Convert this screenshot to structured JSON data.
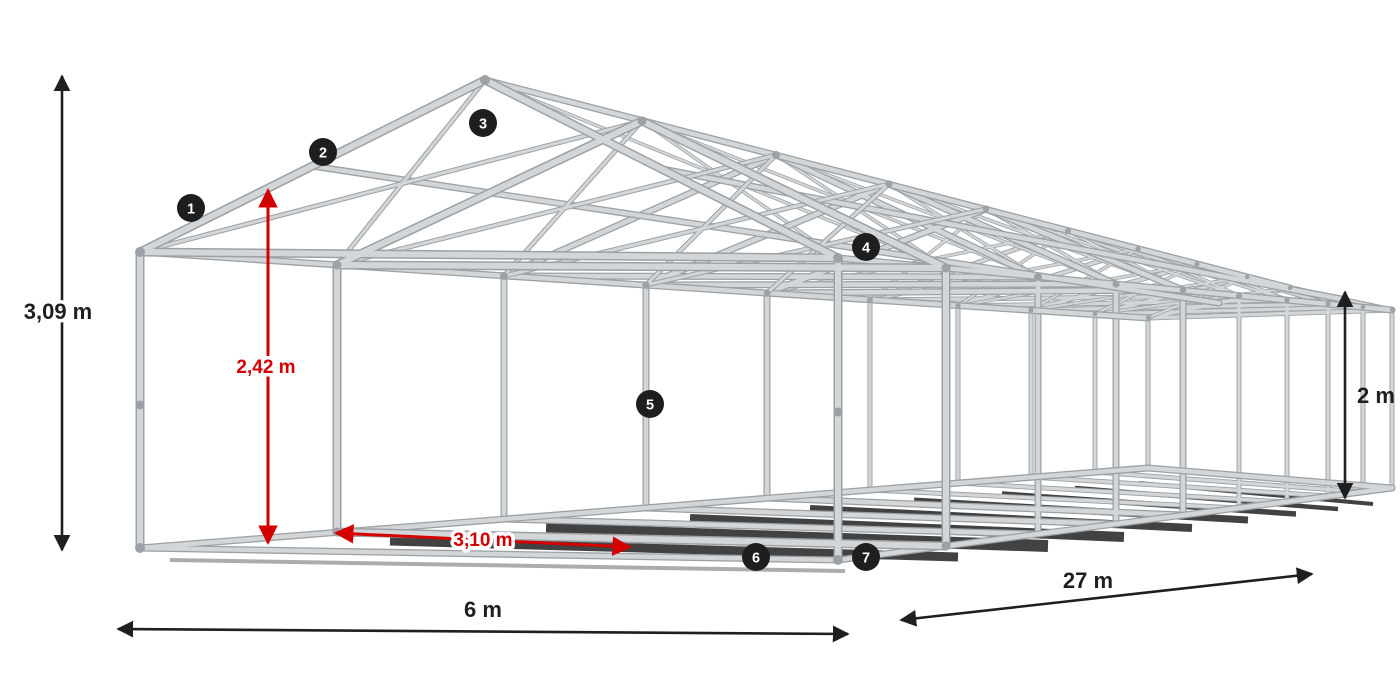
{
  "colors": {
    "background": "#ffffff",
    "dark": "#1f1f1f",
    "red": "#d40000",
    "tube_light": "#d3d6d8",
    "tube_dark": "#9ba1a5",
    "badge_bg": "#1e1e1e",
    "shadow": "#141414"
  },
  "dimensions": {
    "total_height": "3,09 m",
    "clear_height": "2,42 m",
    "clear_width": "3,10 m",
    "side_height": "2 m",
    "width": "6 m",
    "length": "27 m"
  },
  "markers": [
    "1",
    "2",
    "3",
    "4",
    "5",
    "6",
    "7"
  ]
}
